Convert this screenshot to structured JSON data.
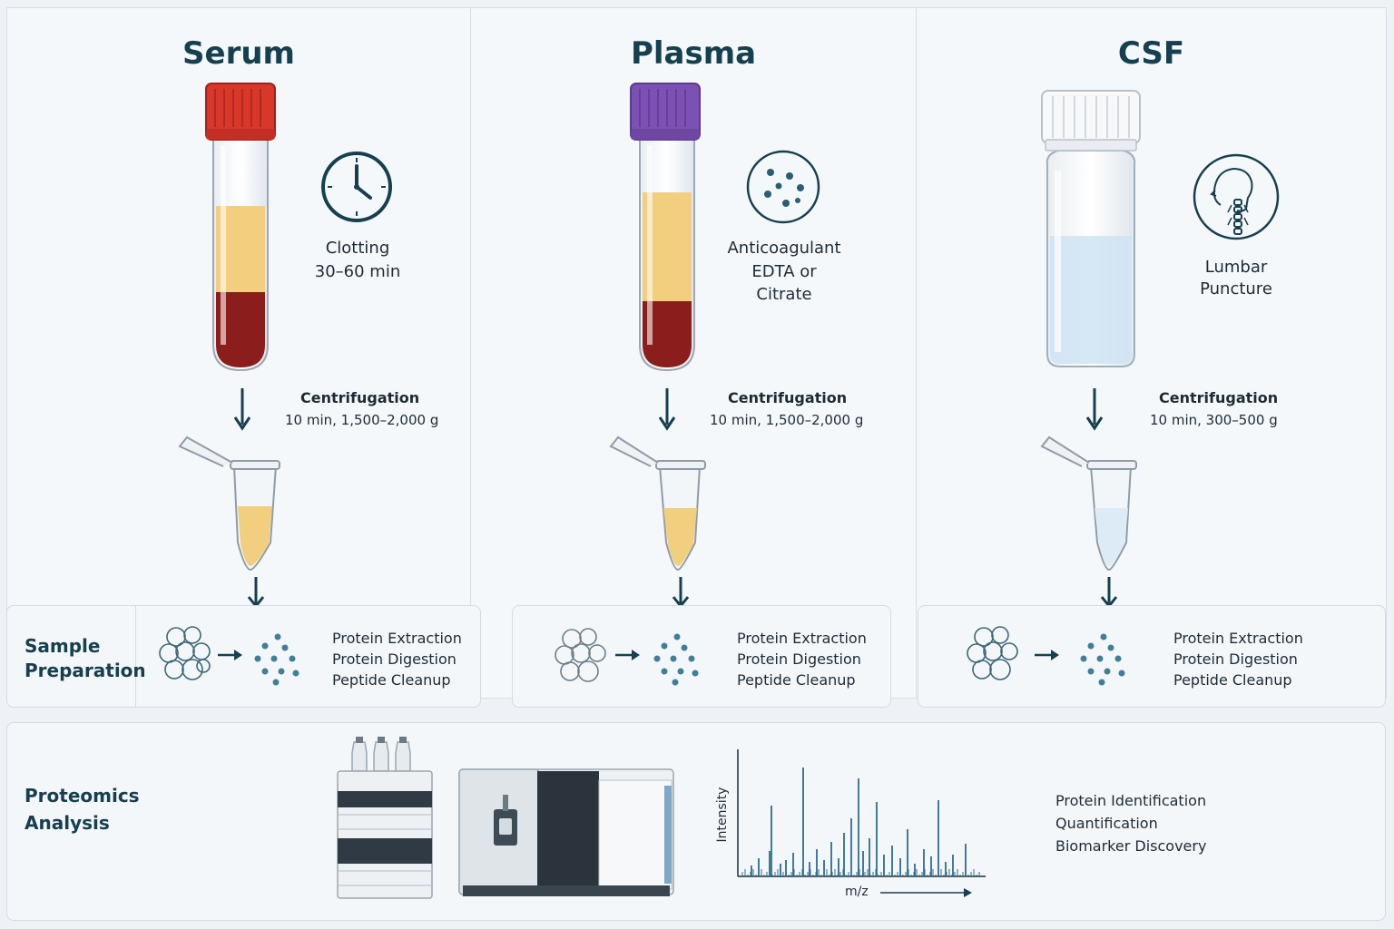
{
  "columns": [
    {
      "title": "Serum",
      "icon_label": "Clotting",
      "icon_sub": "30–60 min",
      "cent_title": "Centrifugation",
      "cent_val": "10 min, 1,500–2,000 g"
    },
    {
      "title": "Plasma",
      "icon_label": "Anticoagulant",
      "icon_sub1": "EDTA or",
      "icon_sub2": "Citrate",
      "cent_title": "Centrifugation",
      "cent_val": "10 min, 1,500–2,000 g"
    },
    {
      "title": "CSF",
      "icon_label1": "Lumbar",
      "icon_label2": "Puncture",
      "cent_title": "Centrifugation",
      "cent_val": "10 min, 300–500 g"
    }
  ],
  "sample_prep": {
    "label1": "Sample",
    "label2": "Preparation",
    "steps": [
      "Protein Extraction",
      "Protein Digestion",
      "Peptide Cleanup"
    ]
  },
  "proteomics": {
    "label1": "Proteomics",
    "label2": "Analysis",
    "y_axis": "Intensity",
    "x_axis": "m/z",
    "outputs": [
      "Protein Identification",
      "Quantification",
      "Biomarker Discovery"
    ]
  },
  "colors": {
    "serum_cap": "#d9372a",
    "plasma_cap": "#7b52b3",
    "csf_cap": "#f2f4f6",
    "serum_fluid": "#f2cf7e",
    "blood": "#8c1d1d",
    "csf_fluid": "#cfe3f3",
    "accent": "#16404f"
  }
}
